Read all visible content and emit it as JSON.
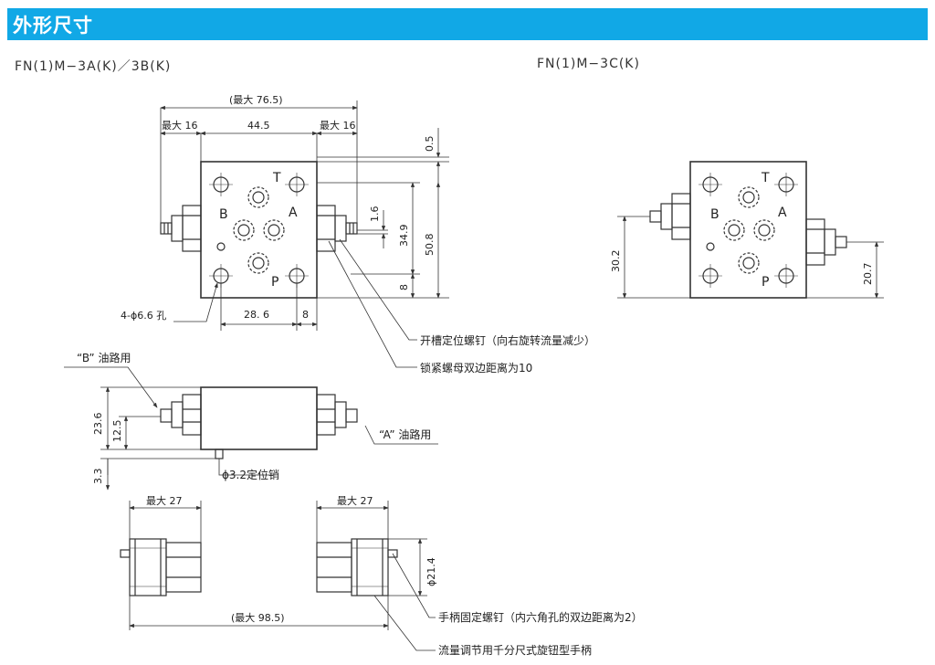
{
  "header": {
    "title": "外形尺寸",
    "color": "#11a8e6"
  },
  "models": {
    "a": "FN(1)M−3A(K)／3B(K)",
    "c": "FN(1)M−3C(K)"
  },
  "port_labels": {
    "T": "T",
    "A": "A",
    "B": "B",
    "P": "P"
  },
  "dims": {
    "overall_max_width": "(最大 76.5)",
    "left_max": "最大 16",
    "center": "44.5",
    "right_max": "最大 16",
    "gap_top": "0.5",
    "d_1_6": "1.6",
    "d_34_9": "34.9",
    "d_50_8": "50.8",
    "d_8_right": "8",
    "bottom_28_6": "28. 6",
    "bottom_8": "8",
    "holes": "4-ϕ6.6 孔",
    "c_left_30_2": "30.2",
    "c_right_20_7": "20.7",
    "side_23_6": "23.6",
    "side_12_5": "12.5",
    "side_3_3": "3.3",
    "pin": "ϕ3.2定位销",
    "knob_left_max": "最大 27",
    "knob_right_max": "最大 27",
    "knob_dia": "ϕ21.4",
    "overall_98_5": "(最大 98.5)"
  },
  "notes": {
    "slot_screw": "开槽定位螺钉（向右旋转流量减少）",
    "lock_nut": "锁紧螺母双边距离为10",
    "b_oil": "“B” 油路用",
    "a_oil": "“A” 油路用",
    "handle_screw": "手柄固定螺钉（内六角孔的双边距离为2）",
    "knob": "流量调节用千分尺式旋钮型手柄"
  }
}
